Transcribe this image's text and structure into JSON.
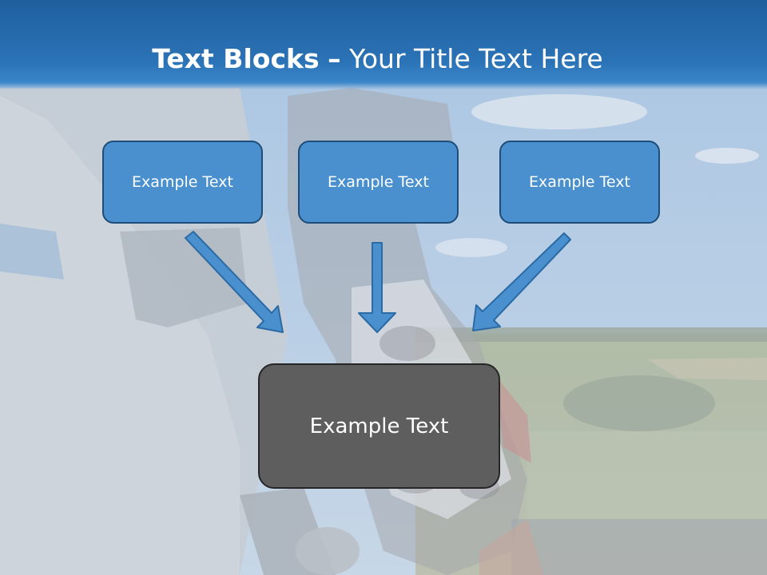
{
  "title": {
    "bold": "Text Blocks",
    "dash": "–",
    "rest": "Your Title Text Here"
  },
  "boxes": {
    "top_left": "Example Text",
    "top_center": "Example Text",
    "top_right": "Example Text",
    "main": "Example Text"
  },
  "colors": {
    "title_band": "#2b73b7",
    "small_box": "#4a90cf",
    "small_box_border": "#1d4d78",
    "main_box": "#5e5e5e",
    "arrow": "#4a90cf"
  }
}
